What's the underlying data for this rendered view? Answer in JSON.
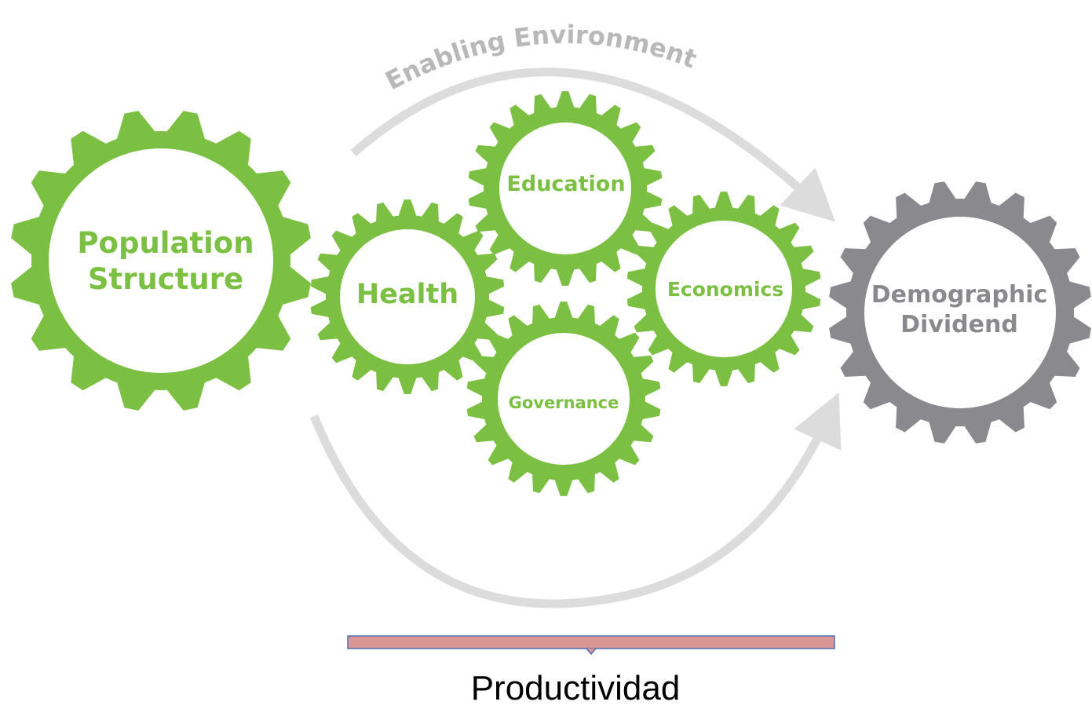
{
  "diagram": {
    "arc_label": "Enabling Environment",
    "gears": {
      "population": {
        "line1": "Population",
        "line2": "Structure"
      },
      "health": {
        "label": "Health"
      },
      "education": {
        "label": "Education"
      },
      "economics": {
        "label": "Economics"
      },
      "governance": {
        "label": "Governance"
      },
      "dividend": {
        "line1": "Demographic",
        "line2": "Dividend"
      }
    },
    "bracket_label": "Productividad"
  },
  "colors": {
    "green": "#7bc043",
    "gray": "#8a8a8e",
    "arrow": "#dcdcdc",
    "arc_text": "#b8b8b8",
    "bracket_fill": "#d99694",
    "bracket_stroke": "#4f6fb0"
  }
}
